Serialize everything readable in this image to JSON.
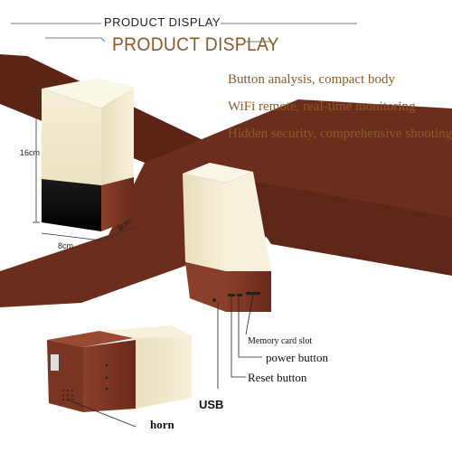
{
  "header": {
    "top_title": "PRODUCT DISPLAY",
    "main_title": "PRODUCT DISPLAY"
  },
  "features": [
    "Button analysis, compact body",
    "WiFi remote, real-time monitoring",
    "Hidden security, comprehensive shooting"
  ],
  "dimensions": {
    "height": "16cm",
    "width": "8cm",
    "depth": "8cm"
  },
  "callouts": {
    "memory_card_slot": "Memory card slot",
    "power_button": "power button",
    "reset_button": "Reset button",
    "usb": "USB",
    "horn": "horn"
  },
  "colors": {
    "accent": "#8a5a2a",
    "wood": "#6b2d1c",
    "shade": "#f3ecd4"
  }
}
